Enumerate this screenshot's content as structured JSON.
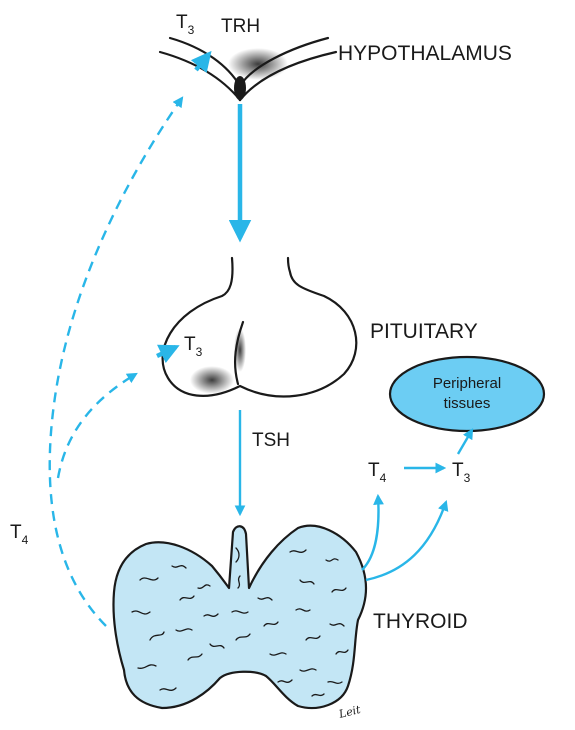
{
  "labels": {
    "hypothalamus": "HYPOTHALAMUS",
    "pituitary": "PITUITARY",
    "thyroid": "THYROID",
    "trh": "TRH",
    "tsh": "TSH",
    "t3_base": "T",
    "t3_sub": "3",
    "t4_base": "T",
    "t4_sub": "4",
    "peripheral_line1": "Peripheral",
    "peripheral_line2": "tissues",
    "signature": "Leit"
  },
  "colors": {
    "accent_blue": "#29b6e8",
    "tissue_fill": "#6ccdf3",
    "thyroid_fill": "#c3e6f5",
    "outline": "#1a1a1a"
  }
}
